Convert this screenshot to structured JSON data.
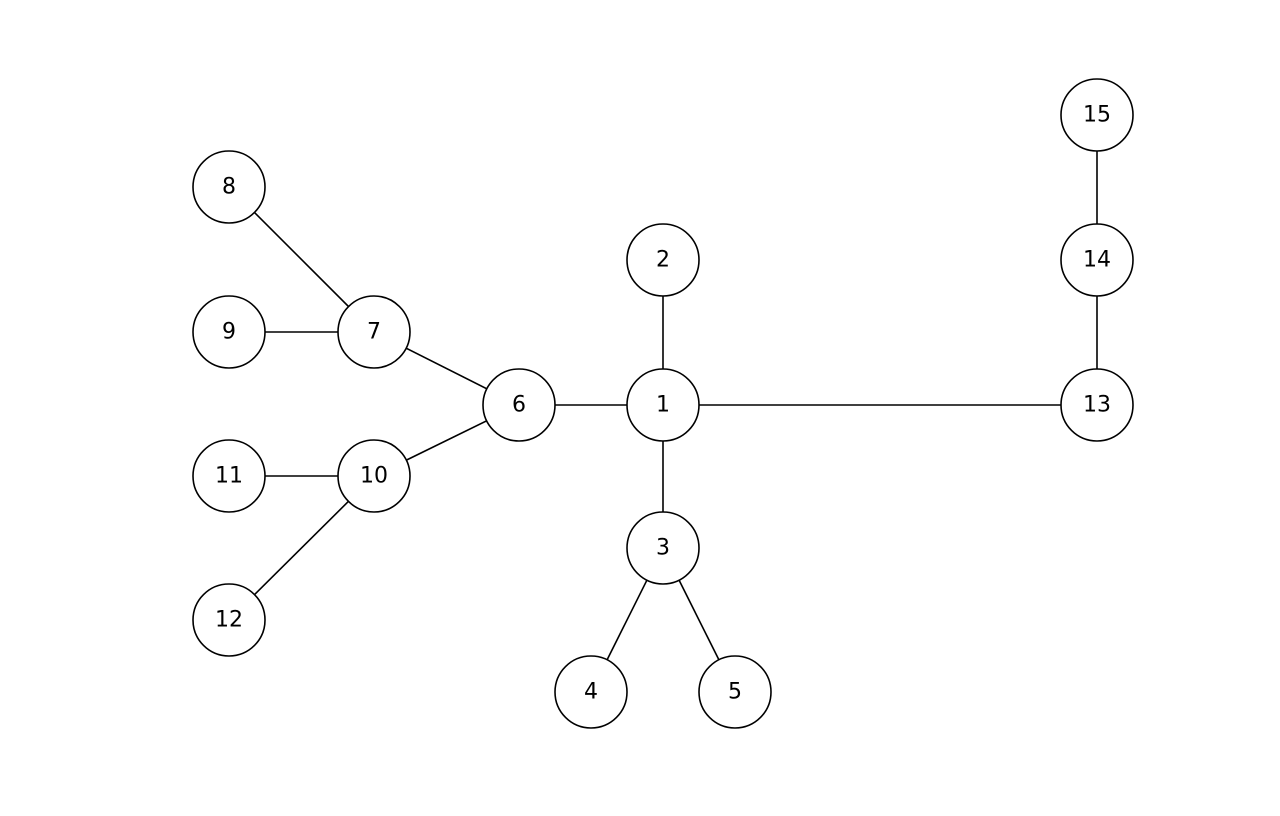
{
  "graph": {
    "nodes": [
      {
        "id": "1",
        "label": "1"
      },
      {
        "id": "2",
        "label": "2"
      },
      {
        "id": "3",
        "label": "3"
      },
      {
        "id": "4",
        "label": "4"
      },
      {
        "id": "5",
        "label": "5"
      },
      {
        "id": "6",
        "label": "6"
      },
      {
        "id": "7",
        "label": "7"
      },
      {
        "id": "8",
        "label": "8"
      },
      {
        "id": "9",
        "label": "9"
      },
      {
        "id": "10",
        "label": "10"
      },
      {
        "id": "11",
        "label": "11"
      },
      {
        "id": "12",
        "label": "12"
      },
      {
        "id": "13",
        "label": "13"
      },
      {
        "id": "14",
        "label": "14"
      },
      {
        "id": "15",
        "label": "15"
      }
    ],
    "edges": [
      {
        "from": "1",
        "to": "2"
      },
      {
        "from": "1",
        "to": "3"
      },
      {
        "from": "3",
        "to": "4"
      },
      {
        "from": "3",
        "to": "5"
      },
      {
        "from": "1",
        "to": "6"
      },
      {
        "from": "6",
        "to": "7"
      },
      {
        "from": "7",
        "to": "8"
      },
      {
        "from": "7",
        "to": "9"
      },
      {
        "from": "6",
        "to": "10"
      },
      {
        "from": "10",
        "to": "11"
      },
      {
        "from": "10",
        "to": "12"
      },
      {
        "from": "1",
        "to": "13"
      },
      {
        "from": "13",
        "to": "14"
      },
      {
        "from": "14",
        "to": "15"
      }
    ]
  }
}
